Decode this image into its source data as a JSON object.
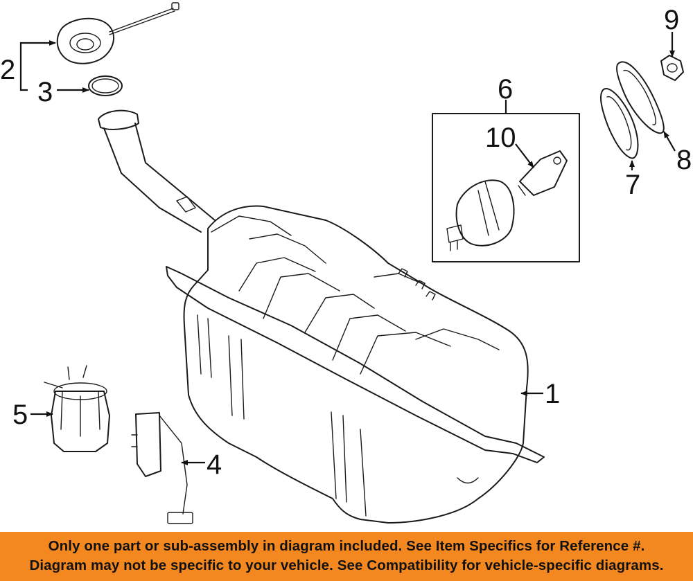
{
  "diagram": {
    "callouts": {
      "c1": "1",
      "c2": "2",
      "c3": "3",
      "c4": "4",
      "c5": "5",
      "c6": "6",
      "c7": "7",
      "c8": "8",
      "c9": "9",
      "c10": "10"
    }
  },
  "banner": {
    "line1": "Only one part or sub-assembly in diagram included. See Item Specifics for Reference #.",
    "line2": "Diagram may not be specific to your vehicle. See Compatibility for vehicle-specific diagrams."
  },
  "colors": {
    "banner_background": "#f48820",
    "line_art": "#1a1a1a",
    "background": "#ffffff"
  }
}
